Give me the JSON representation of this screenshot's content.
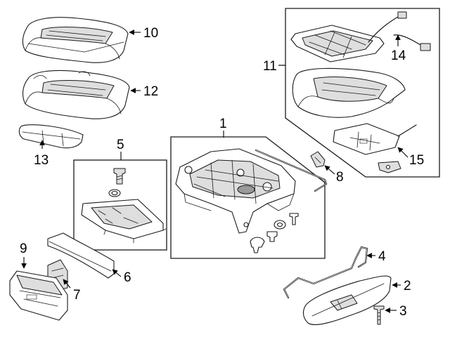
{
  "callouts": {
    "c1": "1",
    "c2": "2",
    "c3": "3",
    "c4": "4",
    "c5": "5",
    "c6": "6",
    "c7": "7",
    "c8": "8",
    "c9": "9",
    "c10": "10",
    "c11": "11",
    "c12": "12",
    "c13": "13",
    "c14": "14",
    "c15": "15"
  },
  "colors": {
    "line": "#1a1a1a",
    "shade": "#dedede",
    "background": "#ffffff"
  }
}
